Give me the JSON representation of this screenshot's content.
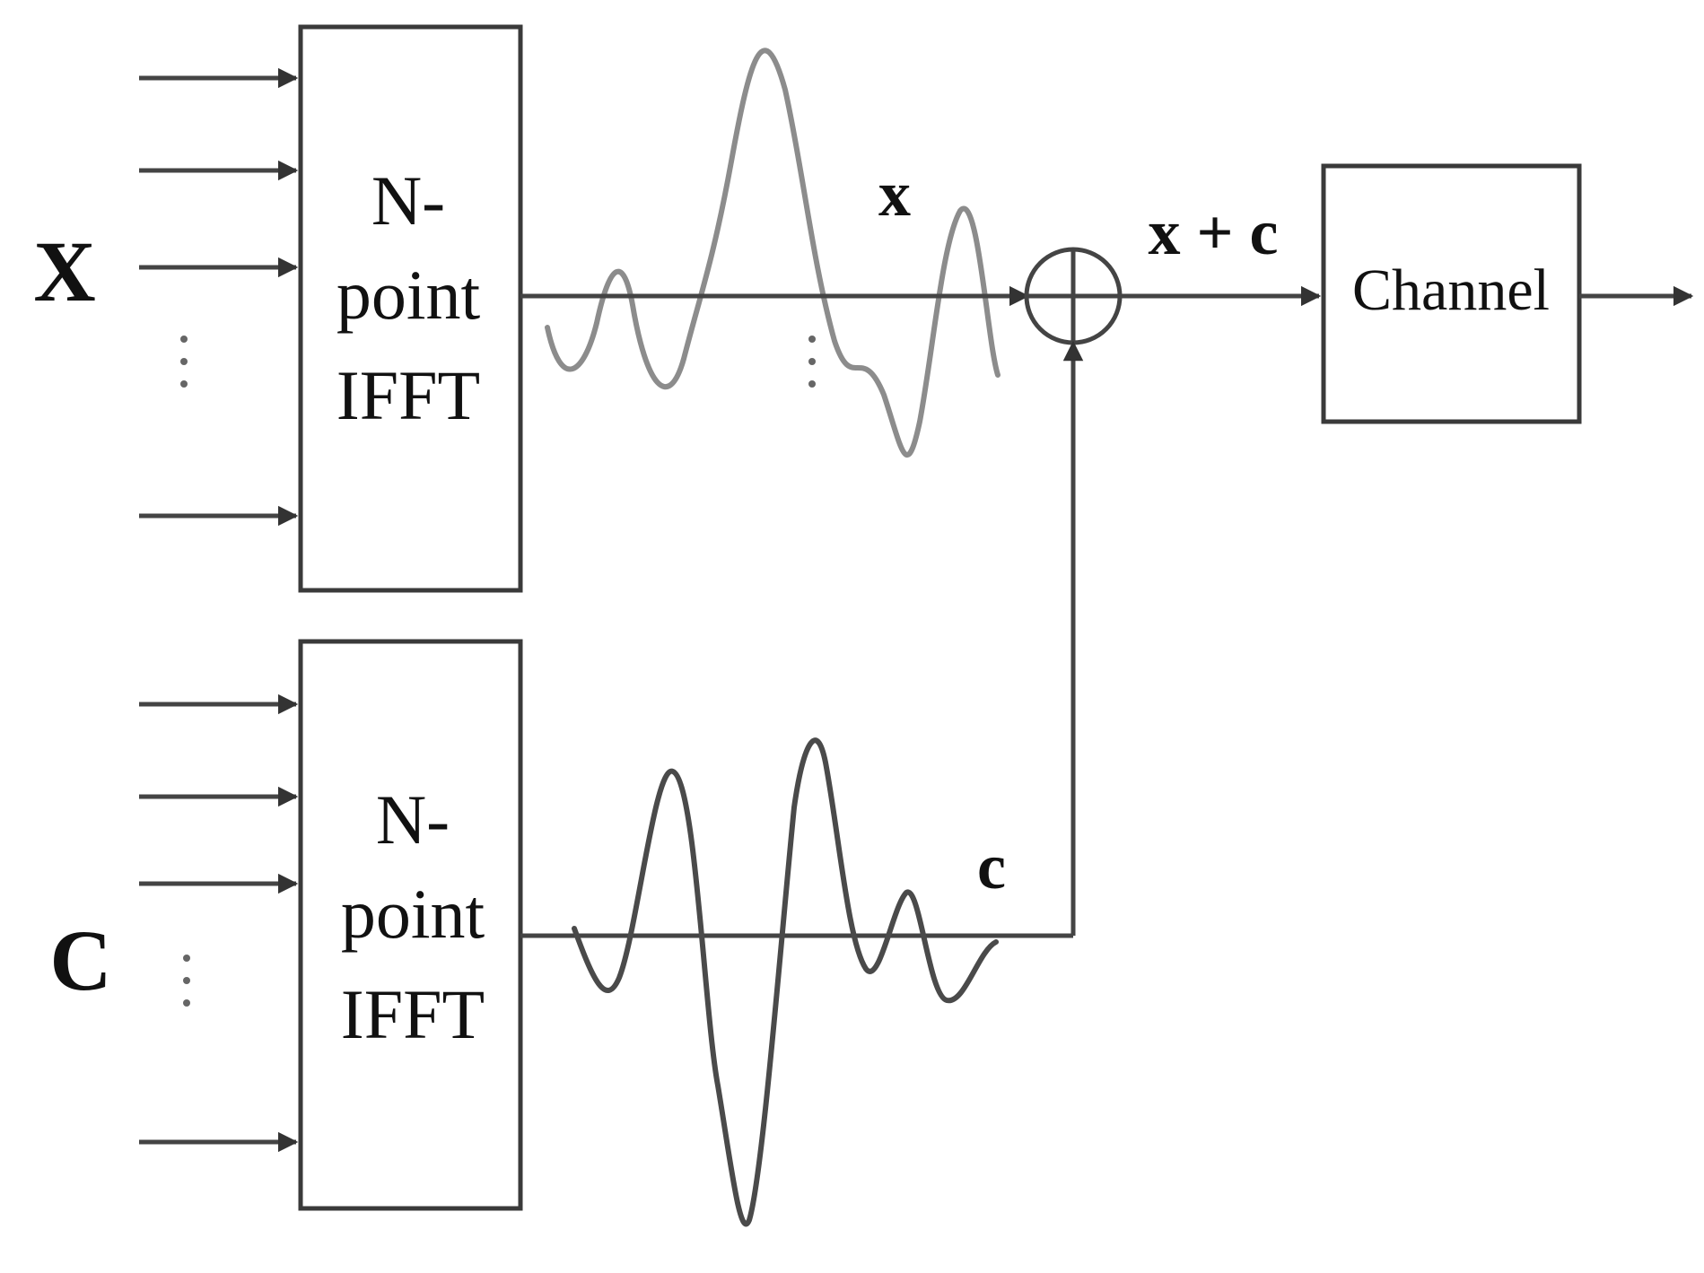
{
  "inputs": {
    "top_label": "X",
    "bottom_label": "C"
  },
  "blocks": {
    "ifft_top": {
      "line1": "N-",
      "line2": "point",
      "line3": "IFFT"
    },
    "ifft_bottom": {
      "line1": "N-",
      "line2": "point",
      "line3": "IFFT"
    },
    "channel": "Channel"
  },
  "signals": {
    "x": "x",
    "c": "c",
    "sum": "x + c"
  },
  "icons": {
    "adder": "circled-plus-icon",
    "arrow": "arrowhead-icon"
  }
}
